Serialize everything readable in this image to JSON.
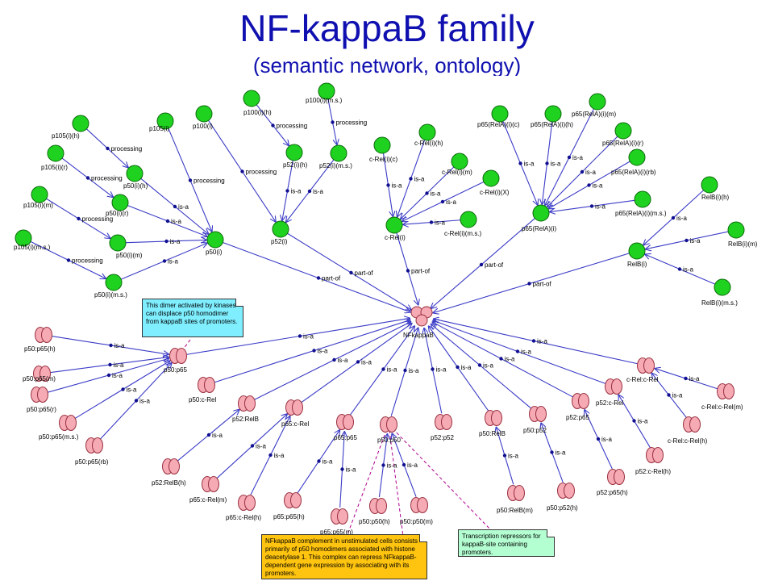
{
  "title": "NF-kappaB family",
  "subtitle": "(semantic network, ontology)",
  "colors": {
    "title": "#1010b0",
    "edge": "#3b3bc7",
    "concept_node": "#1fd21f",
    "complex_node": "#f5aab4",
    "note_cyan": "#7fefff",
    "note_orange": "#ffc40f",
    "note_green": "#b4ffd2"
  },
  "notes": {
    "dimer": "This dimer activated by kinases can displace p50 homodimer from kappaB sites of promoters.",
    "complement": "NFkappaB complement in unstimulated cells consists primarily of p50 homodimers associated with histone deacetylase 1. This complex can repress NFkappaB-dependent gene expression by associating with its promoters.",
    "repressors": "Transcription repressors for kappaB-site containing promoters."
  },
  "nodes": [
    {
      "id": "p105h",
      "label": "p105(i)(h)",
      "shape": "circle",
      "icon": "green-circle"
    },
    {
      "id": "p105r",
      "label": "p105(i)(r)",
      "shape": "circle",
      "icon": "green-circle"
    },
    {
      "id": "p105m",
      "label": "p105(i)(m)",
      "shape": "circle",
      "icon": "green-circle"
    },
    {
      "id": "p105ms",
      "label": "p105(i)(m.s.)",
      "shape": "circle",
      "icon": "green-circle"
    },
    {
      "id": "p105",
      "label": "p105(i)",
      "shape": "circle",
      "icon": "green-circle"
    },
    {
      "id": "p100",
      "label": "p100(i)",
      "shape": "circle",
      "icon": "green-circle"
    },
    {
      "id": "p100h",
      "label": "p100(i)(h)",
      "shape": "circle",
      "icon": "green-circle"
    },
    {
      "id": "p100ms",
      "label": "p100(i)(m.s.)",
      "shape": "circle",
      "icon": "green-circle"
    },
    {
      "id": "p50h",
      "label": "p50(i)(h)",
      "shape": "circle",
      "icon": "green-circle"
    },
    {
      "id": "p50r",
      "label": "p50(i)(r)",
      "shape": "circle",
      "icon": "green-circle"
    },
    {
      "id": "p50m",
      "label": "p50(i)(m)",
      "shape": "circle",
      "icon": "green-circle"
    },
    {
      "id": "p50ms",
      "label": "p50(i)(m.s.)",
      "shape": "circle",
      "icon": "green-circle"
    },
    {
      "id": "p50",
      "label": "p50(i)",
      "shape": "circle",
      "icon": "green-circle"
    },
    {
      "id": "p52h",
      "label": "p52(i)(h)",
      "shape": "circle",
      "icon": "green-circle"
    },
    {
      "id": "p52ms",
      "label": "p52(i)(m.s.)",
      "shape": "circle",
      "icon": "green-circle"
    },
    {
      "id": "p52",
      "label": "p52(i)",
      "shape": "circle",
      "icon": "green-circle"
    },
    {
      "id": "crelc",
      "label": "c-Rel(i)(c)",
      "shape": "circle",
      "icon": "green-circle"
    },
    {
      "id": "crelh",
      "label": "c-Rel(i)(h)",
      "shape": "circle",
      "icon": "green-circle"
    },
    {
      "id": "crelm",
      "label": "c-Rel(i)(m)",
      "shape": "circle",
      "icon": "green-circle"
    },
    {
      "id": "crelx",
      "label": "c-Rel(i)(X)",
      "shape": "circle",
      "icon": "green-circle"
    },
    {
      "id": "crelms",
      "label": "c-Rel(i)(m.s.)",
      "shape": "circle",
      "icon": "green-circle"
    },
    {
      "id": "crel",
      "label": "c-Rel(i)",
      "shape": "circle",
      "icon": "green-circle"
    },
    {
      "id": "p65c",
      "label": "p65(RelA)(i)(c)",
      "shape": "circle",
      "icon": "green-circle"
    },
    {
      "id": "p65h",
      "label": "p65(RelA)(i)(h)",
      "shape": "circle",
      "icon": "green-circle"
    },
    {
      "id": "p65m",
      "label": "p65(RelA)(i)(m)",
      "shape": "circle",
      "icon": "green-circle"
    },
    {
      "id": "p65r",
      "label": "p65(RelA)(i)(r)",
      "shape": "circle",
      "icon": "green-circle"
    },
    {
      "id": "p65rb",
      "label": "p65(RelA)(i)(rb)",
      "shape": "circle",
      "icon": "green-circle"
    },
    {
      "id": "p65ms",
      "label": "p65(RelA)(i)(m.s.)",
      "shape": "circle",
      "icon": "green-circle"
    },
    {
      "id": "p65",
      "label": "p65(RelA)(i)",
      "shape": "circle",
      "icon": "green-circle"
    },
    {
      "id": "relbh",
      "label": "RelB(i)(h)",
      "shape": "circle",
      "icon": "green-circle"
    },
    {
      "id": "relbm",
      "label": "RelB(i)(m)",
      "shape": "circle",
      "icon": "green-circle"
    },
    {
      "id": "relbms",
      "label": "RelB(i)(m.s.)",
      "shape": "circle",
      "icon": "green-circle"
    },
    {
      "id": "relb",
      "label": "RelB(i)",
      "shape": "circle",
      "icon": "green-circle"
    },
    {
      "id": "nfkb",
      "label": "NFkappaB",
      "shape": "trimer",
      "icon": "pink-trimer"
    },
    {
      "id": "p50p65",
      "label": "p50:p65",
      "shape": "dimer",
      "icon": "pink-dimer"
    },
    {
      "id": "p50p65h",
      "label": "p50:p65(h)",
      "shape": "dimer",
      "icon": "pink-dimer"
    },
    {
      "id": "p50p65m",
      "label": "p50:p65(m)",
      "shape": "dimer",
      "icon": "pink-dimer"
    },
    {
      "id": "p50p65r",
      "label": "p50:p65(r)",
      "shape": "dimer",
      "icon": "pink-dimer"
    },
    {
      "id": "p50p65ms",
      "label": "p50:p65(m.s.)",
      "shape": "dimer",
      "icon": "pink-dimer"
    },
    {
      "id": "p50p65rb",
      "label": "p50:p65(rb)",
      "shape": "dimer",
      "icon": "pink-dimer"
    },
    {
      "id": "p50crel",
      "label": "p50:c-Rel",
      "shape": "dimer",
      "icon": "pink-dimer"
    },
    {
      "id": "p52relb",
      "label": "p52:RelB",
      "shape": "dimer",
      "icon": "pink-dimer"
    },
    {
      "id": "p52relbh",
      "label": "p52:RelB(h)",
      "shape": "dimer",
      "icon": "pink-dimer"
    },
    {
      "id": "p65crel",
      "label": "p65:c-Rel",
      "shape": "dimer",
      "icon": "pink-dimer"
    },
    {
      "id": "p65crelm",
      "label": "p65:c-Rel(m)",
      "shape": "dimer",
      "icon": "pink-dimer"
    },
    {
      "id": "p65crelh",
      "label": "p65:c-Rel(h)",
      "shape": "dimer",
      "icon": "pink-dimer"
    },
    {
      "id": "p65p65",
      "label": "p65:p65",
      "shape": "dimer",
      "icon": "pink-dimer"
    },
    {
      "id": "p65p65h",
      "label": "p65:p65(h)",
      "shape": "dimer",
      "icon": "pink-dimer"
    },
    {
      "id": "p65p65m",
      "label": "p65:p65(m)",
      "shape": "dimer",
      "icon": "pink-dimer"
    },
    {
      "id": "p50p50",
      "label": "p50:p50",
      "shape": "dimer",
      "icon": "pink-dimer"
    },
    {
      "id": "p50p50h",
      "label": "p50:p50(h)",
      "shape": "dimer",
      "icon": "pink-dimer"
    },
    {
      "id": "p50p50m",
      "label": "p50:p50(m)",
      "shape": "dimer",
      "icon": "pink-dimer"
    },
    {
      "id": "p52p52",
      "label": "p52:p52",
      "shape": "dimer",
      "icon": "pink-dimer"
    },
    {
      "id": "p50relb",
      "label": "p50:RelB",
      "shape": "dimer",
      "icon": "pink-dimer"
    },
    {
      "id": "p50relbm",
      "label": "p50:RelB(m)",
      "shape": "dimer",
      "icon": "pink-dimer"
    },
    {
      "id": "p50p52",
      "label": "p50:p52",
      "shape": "dimer",
      "icon": "pink-dimer"
    },
    {
      "id": "p50p52h",
      "label": "p50:p52(h)",
      "shape": "dimer",
      "icon": "pink-dimer"
    },
    {
      "id": "p52p65",
      "label": "p52:p65",
      "shape": "dimer",
      "icon": "pink-dimer"
    },
    {
      "id": "p52p65h",
      "label": "p52:p65(h)",
      "shape": "dimer",
      "icon": "pink-dimer"
    },
    {
      "id": "p52crel",
      "label": "p52:c-Rel",
      "shape": "dimer",
      "icon": "pink-dimer"
    },
    {
      "id": "p52crelh",
      "label": "p52:c-Rel(h)",
      "shape": "dimer",
      "icon": "pink-dimer"
    },
    {
      "id": "crelcrel",
      "label": "c-Rel:c-Rel",
      "shape": "dimer",
      "icon": "pink-dimer"
    },
    {
      "id": "crelcrelm",
      "label": "c-Rel:c-Rel(m)",
      "shape": "dimer",
      "icon": "pink-dimer"
    },
    {
      "id": "crelcrelh",
      "label": "c-Rel:c-Rel(h)",
      "shape": "dimer",
      "icon": "pink-dimer"
    }
  ],
  "edges": [
    {
      "from": "p105h",
      "to": "p50h",
      "label": "processing"
    },
    {
      "from": "p105r",
      "to": "p50r",
      "label": "processing"
    },
    {
      "from": "p105m",
      "to": "p50m",
      "label": "processing"
    },
    {
      "from": "p105ms",
      "to": "p50ms",
      "label": "processing"
    },
    {
      "from": "p105",
      "to": "p50",
      "label": "processing"
    },
    {
      "from": "p100",
      "to": "p52",
      "label": "processing"
    },
    {
      "from": "p100h",
      "to": "p52h",
      "label": "processing"
    },
    {
      "from": "p100ms",
      "to": "p52ms",
      "label": "processing"
    },
    {
      "from": "p50h",
      "to": "p50",
      "label": "is-a"
    },
    {
      "from": "p50r",
      "to": "p50",
      "label": "is-a"
    },
    {
      "from": "p50m",
      "to": "p50",
      "label": "is-a"
    },
    {
      "from": "p50ms",
      "to": "p50",
      "label": "is-a"
    },
    {
      "from": "p52h",
      "to": "p52",
      "label": "is-a"
    },
    {
      "from": "p52ms",
      "to": "p52",
      "label": "is-a"
    },
    {
      "from": "crelc",
      "to": "crel",
      "label": "is-a"
    },
    {
      "from": "crelh",
      "to": "crel",
      "label": "is-a"
    },
    {
      "from": "crelm",
      "to": "crel",
      "label": "is-a"
    },
    {
      "from": "crelx",
      "to": "crel",
      "label": "is-a"
    },
    {
      "from": "crelms",
      "to": "crel",
      "label": "is-a"
    },
    {
      "from": "p65c",
      "to": "p65",
      "label": "is-a"
    },
    {
      "from": "p65h",
      "to": "p65",
      "label": "is-a"
    },
    {
      "from": "p65m",
      "to": "p65",
      "label": "is-a"
    },
    {
      "from": "p65r",
      "to": "p65",
      "label": "is-a"
    },
    {
      "from": "p65rb",
      "to": "p65",
      "label": "is-a"
    },
    {
      "from": "p65ms",
      "to": "p65",
      "label": "is-a"
    },
    {
      "from": "relbh",
      "to": "relb",
      "label": "is-a"
    },
    {
      "from": "relbm",
      "to": "relb",
      "label": "is-a"
    },
    {
      "from": "relbms",
      "to": "relb",
      "label": "is-a"
    },
    {
      "from": "p50",
      "to": "nfkb",
      "label": "part-of"
    },
    {
      "from": "p52",
      "to": "nfkb",
      "label": "part-of"
    },
    {
      "from": "crel",
      "to": "nfkb",
      "label": "part-of"
    },
    {
      "from": "p65",
      "to": "nfkb",
      "label": "part-of"
    },
    {
      "from": "relb",
      "to": "nfkb",
      "label": "part-of"
    },
    {
      "from": "p50p65",
      "to": "nfkb",
      "label": "is-a"
    },
    {
      "from": "p50crel",
      "to": "nfkb",
      "label": "is-a"
    },
    {
      "from": "p52relb",
      "to": "nfkb",
      "label": "is-a"
    },
    {
      "from": "p65crel",
      "to": "nfkb",
      "label": "is-a"
    },
    {
      "from": "p65p65",
      "to": "nfkb",
      "label": "is-a"
    },
    {
      "from": "p50p50",
      "to": "nfkb",
      "label": "is-a"
    },
    {
      "from": "p52p52",
      "to": "nfkb",
      "label": "is-a"
    },
    {
      "from": "p50relb",
      "to": "nfkb",
      "label": "is-a"
    },
    {
      "from": "p50p52",
      "to": "nfkb",
      "label": "is-a"
    },
    {
      "from": "p52p65",
      "to": "nfkb",
      "label": "is-a"
    },
    {
      "from": "p52crel",
      "to": "nfkb",
      "label": "is-a"
    },
    {
      "from": "crelcrel",
      "to": "nfkb",
      "label": "is-a"
    },
    {
      "from": "p50p65h",
      "to": "p50p65",
      "label": "is-a"
    },
    {
      "from": "p50p65m",
      "to": "p50p65",
      "label": "is-a"
    },
    {
      "from": "p50p65r",
      "to": "p50p65",
      "label": "is-a"
    },
    {
      "from": "p50p65ms",
      "to": "p50p65",
      "label": "is-a"
    },
    {
      "from": "p50p65rb",
      "to": "p50p65",
      "label": "is-a"
    },
    {
      "from": "p52relbh",
      "to": "p52relb",
      "label": "is-a"
    },
    {
      "from": "p65crelm",
      "to": "p65crel",
      "label": "is-a"
    },
    {
      "from": "p65crelh",
      "to": "p65crel",
      "label": "is-a"
    },
    {
      "from": "p65p65h",
      "to": "p65p65",
      "label": "is-a"
    },
    {
      "from": "p65p65m",
      "to": "p65p65",
      "label": "is-a"
    },
    {
      "from": "p50p50h",
      "to": "p50p50",
      "label": "is-a"
    },
    {
      "from": "p50p50m",
      "to": "p50p50",
      "label": "is-a"
    },
    {
      "from": "p50relbm",
      "to": "p50relb",
      "label": "is-a"
    },
    {
      "from": "p50p52h",
      "to": "p50p52",
      "label": "is-a"
    },
    {
      "from": "p52p65h",
      "to": "p52p65",
      "label": "is-a"
    },
    {
      "from": "p52crelh",
      "to": "p52crel",
      "label": "is-a"
    },
    {
      "from": "crelcrelm",
      "to": "crelcrel",
      "label": "is-a"
    },
    {
      "from": "crelcrelh",
      "to": "crelcrel",
      "label": "is-a"
    }
  ]
}
